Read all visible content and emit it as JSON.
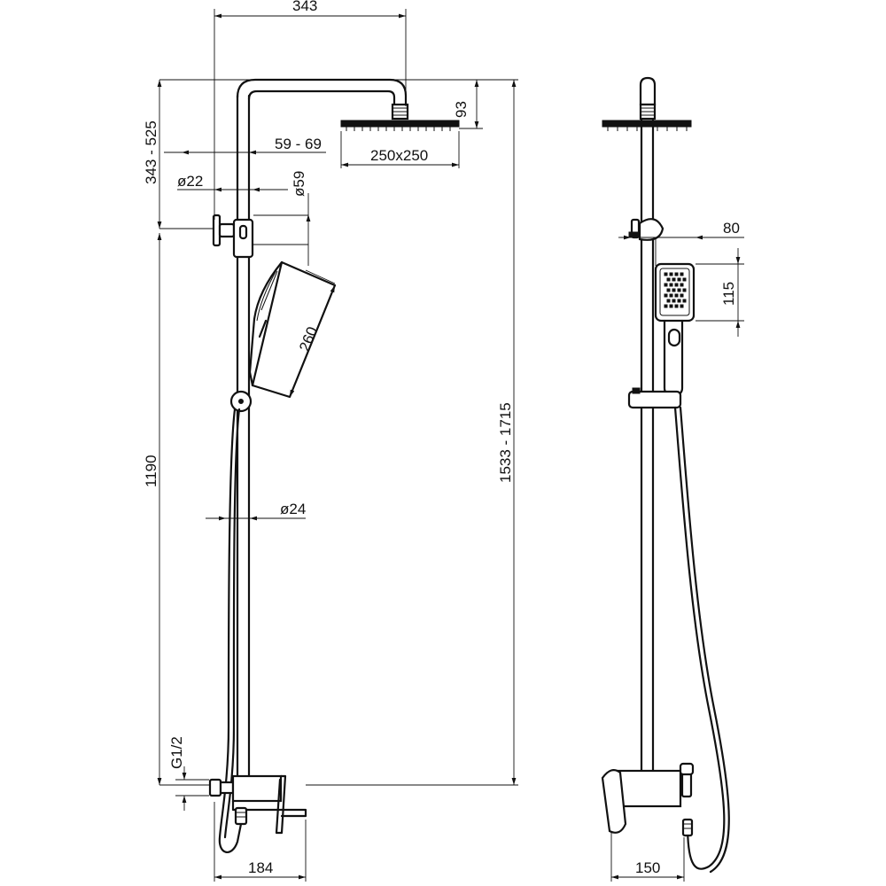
{
  "front_view": {
    "dim_top_width": "343",
    "dim_arm_range": "343 - 525",
    "dim_head_height": "93",
    "dim_offset": "59 - 69",
    "dim_head_size": "250x250",
    "dim_bracket_dia": "ø22",
    "dim_holder_dia": "ø59",
    "dim_handshower_len": "260",
    "dim_riser_height": "1190",
    "dim_total_height": "1533 - 1715",
    "dim_pipe_dia": "ø24",
    "dim_thread": "G1/2",
    "dim_mixer_width": "184"
  },
  "side_view": {
    "dim_bracket_depth": "80",
    "dim_handshower_width": "115",
    "dim_mixer_depth": "150"
  },
  "icons": [
    "rain-shower-head",
    "hand-shower",
    "shower-mixer",
    "wall-bracket",
    "hose"
  ]
}
